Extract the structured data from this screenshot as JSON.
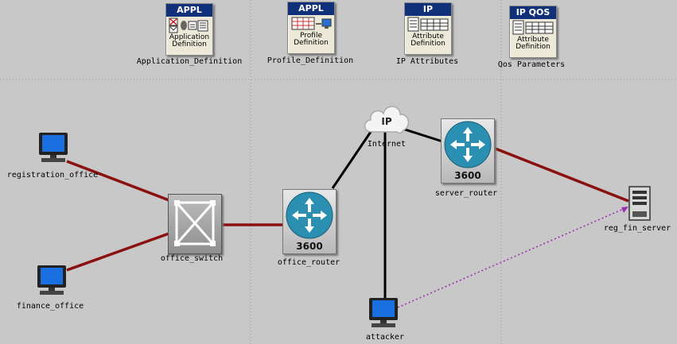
{
  "config_objects": [
    {
      "id": "app_def",
      "header": "APPL",
      "sub": [
        "Application",
        "Definition"
      ],
      "name": "Application_Definition"
    },
    {
      "id": "profile_def",
      "header": "APPL",
      "sub": [
        "Profile",
        "Definition"
      ],
      "name": "Profile_Definition"
    },
    {
      "id": "ip_attr",
      "header": "IP",
      "sub": [
        "Attribute",
        "Definition"
      ],
      "name": "IP Attributes"
    },
    {
      "id": "qos_params",
      "header": "IP QOS",
      "sub": [
        "Attribute",
        "Definition"
      ],
      "name": "Qos Parameters"
    }
  ],
  "nodes": {
    "registration_office": {
      "name": "registration_office"
    },
    "finance_office": {
      "name": "finance_office"
    },
    "office_switch": {
      "name": "office_switch"
    },
    "office_router": {
      "name": "office_router",
      "model": "3600"
    },
    "internet": {
      "name": "Internet",
      "glyph": "IP"
    },
    "server_router": {
      "name": "server_router",
      "model": "3600"
    },
    "reg_fin_server": {
      "name": "reg_fin_server"
    },
    "attacker": {
      "name": "attacker"
    }
  },
  "colors": {
    "background": "#c8c8c8",
    "link_red": "#8b1010",
    "link_black": "#000000",
    "attack_flow": "#9b30b0",
    "router_blue": "#2a8fb0",
    "header_blue": "#10307a"
  }
}
